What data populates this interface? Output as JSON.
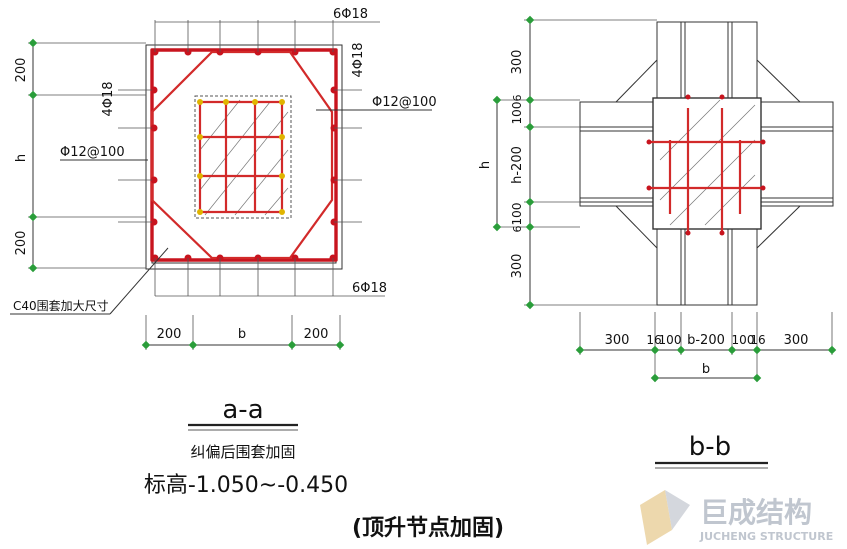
{
  "colors": {
    "rebar": "#c8141e",
    "line": "#333333",
    "tick": "#2a9d3a",
    "logo": "#c8cdd6"
  },
  "section_a": {
    "rebar_top": "6Φ18",
    "rebar_bottom": "6Φ18",
    "rebar_left_vertical": "4Φ18",
    "rebar_right_vertical": "4Φ18",
    "stirrup_right": "Φ12@100",
    "stirrup_left": "Φ12@100",
    "dim_left": [
      "200",
      "h",
      "200"
    ],
    "dim_bottom": [
      "200",
      "b",
      "200"
    ],
    "jacket_note": "C40围套加大尺寸",
    "title": "a-a",
    "subtitle": "纠偏后围套加固",
    "elevation": "标高-1.050~-0.450"
  },
  "section_b": {
    "dim_left": [
      "300",
      "100",
      "6",
      "h-200",
      "100",
      "6",
      "300"
    ],
    "dim_left_total": "h",
    "dim_bottom": [
      "300",
      "16",
      "100",
      "b-200",
      "100",
      "16",
      "300"
    ],
    "dim_bottom_total": "b",
    "title": "b-b"
  },
  "caption": "(顶升节点加固)",
  "watermark": {
    "brand": "巨成结构",
    "brand_en": "JUCHENG STRUCTURE"
  }
}
